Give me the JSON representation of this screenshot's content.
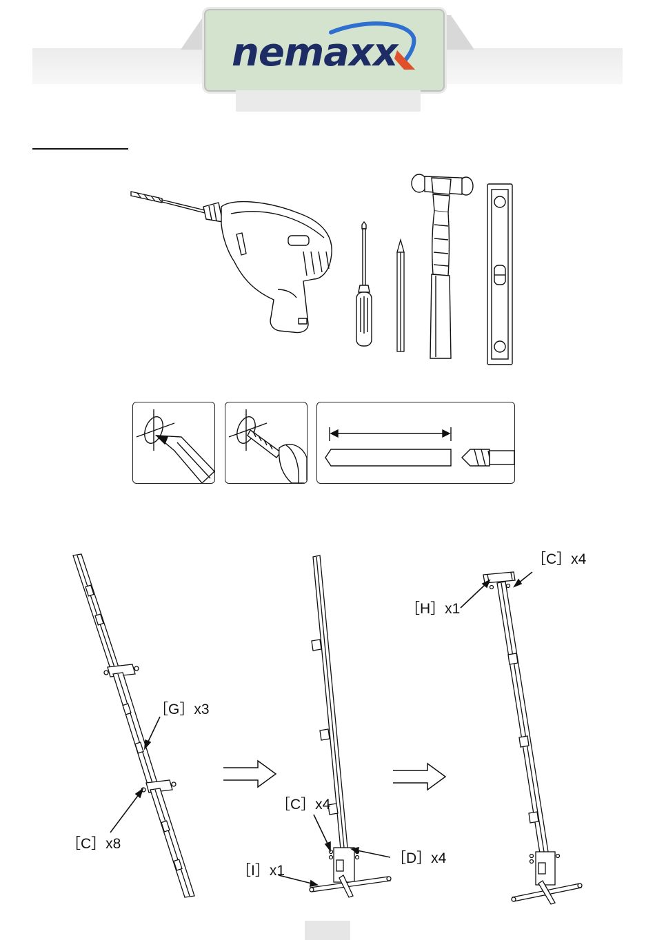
{
  "brand": {
    "logo_text": "nemaxx",
    "logo_text_color": "#1e2c66",
    "swoosh_colors": [
      "#2f6fd0",
      "#e0502a"
    ],
    "logo_background": "#d3e3cd"
  },
  "tools": {
    "items": [
      "drill-icon",
      "screwdriver-icon",
      "pencil-icon",
      "hammer-icon",
      "spirit-level-icon"
    ]
  },
  "instruction_panels": [
    "mark-hole-panel",
    "drill-hole-panel",
    "drill-depth-panel"
  ],
  "assembly": {
    "arrows": [
      "step-arrow-1",
      "step-arrow-2"
    ],
    "step1": {
      "labels": [
        {
          "id": "G",
          "text": "［G］x3"
        },
        {
          "id": "C",
          "text": "［C］x8"
        }
      ]
    },
    "step2": {
      "labels": [
        {
          "id": "C",
          "text": "［C］x4"
        },
        {
          "id": "D",
          "text": "［D］x4"
        },
        {
          "id": "I",
          "text": "［I］x1"
        }
      ]
    },
    "step3": {
      "labels": [
        {
          "id": "C",
          "text": "［C］x4"
        },
        {
          "id": "H",
          "text": "［H］x1"
        }
      ]
    }
  }
}
